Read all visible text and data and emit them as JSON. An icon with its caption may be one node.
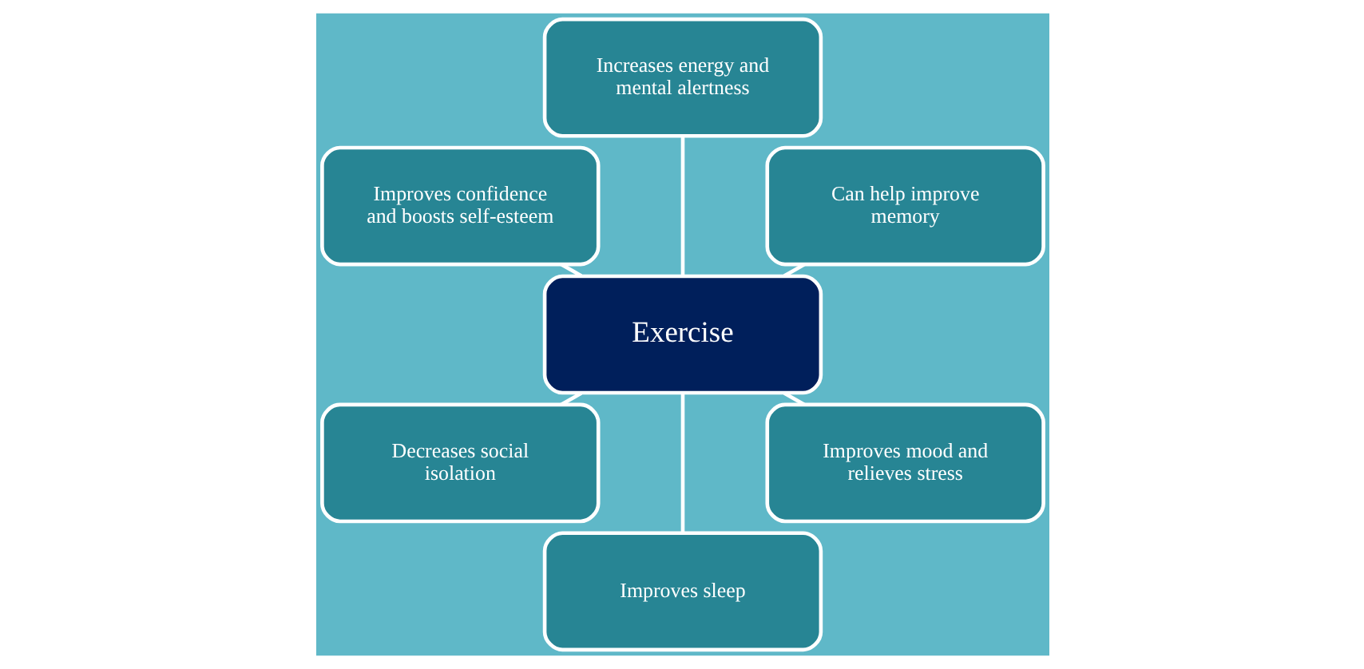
{
  "diagram": {
    "nodes": [
      {
        "text": [
          "Exercise"
        ]
      },
      {
        "text": [
          "Can help improve memory"
        ]
      },
      {
        "text": [
          "Increases energy and mental alertness"
        ]
      },
      {
        "text": [
          "Improves confidence and boosts self-esteem"
        ]
      },
      {
        "text": [
          "Decreases social isolation"
        ]
      },
      {
        "text": [
          "Improves sleep"
        ]
      },
      {
        "text": [
          "Improves mood and relieves stress"
        ]
      }
    ],
    "edges": [
      {
        "from": 0,
        "to": 1,
        "arrow": "none"
      },
      {
        "from": 0,
        "to": 2,
        "arrow": "none"
      },
      {
        "from": 0,
        "to": 3,
        "arrow": "none"
      },
      {
        "from": 0,
        "to": 4,
        "arrow": "none"
      },
      {
        "from": 0,
        "to": 5,
        "arrow": "none"
      },
      {
        "from": 0,
        "to": 6,
        "arrow": "none"
      }
    ]
  }
}
